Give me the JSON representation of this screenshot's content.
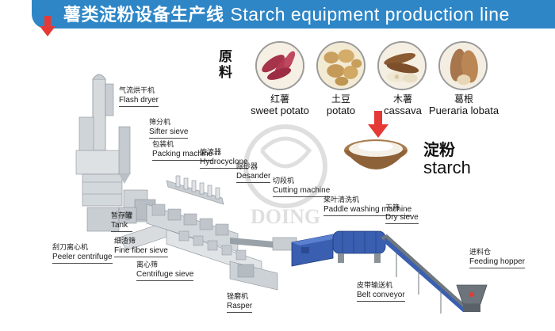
{
  "banner": {
    "title_zh": "薯类淀粉设备生产线",
    "title_en": "Starch equipment production line",
    "color": "#2e86c6"
  },
  "raw_materials": {
    "label": "原料",
    "items": [
      {
        "zh": "红薯",
        "en": "sweet potato"
      },
      {
        "zh": "土豆",
        "en": "potato"
      },
      {
        "zh": "木薯",
        "en": "cassava"
      },
      {
        "zh": "葛根",
        "en": "Pueraria lobata"
      }
    ]
  },
  "product": {
    "zh": "淀粉",
    "en": "starch"
  },
  "watermark": "DOING",
  "equipment": [
    {
      "zh": "气流烘干机",
      "en": "Flash dryer"
    },
    {
      "zh": "筛分机",
      "en": "Sifter sieve"
    },
    {
      "zh": "包装机",
      "en": "Packing machine"
    },
    {
      "zh": "旋流器",
      "en": "Hydrocyclone"
    },
    {
      "zh": "除砂器",
      "en": "Desander"
    },
    {
      "zh": "切段机",
      "en": "Cutting machine"
    },
    {
      "zh": "桨叶清洗机",
      "en": "Paddle washing machine"
    },
    {
      "zh": "干筛",
      "en": "Dry sieve"
    },
    {
      "zh": "暂存罐",
      "en": "Tank"
    },
    {
      "zh": "刮刀离心机",
      "en": "Peeler centrifuge"
    },
    {
      "zh": "细渣筛",
      "en": "Fine fiber sieve"
    },
    {
      "zh": "离心筛",
      "en": "Centrifuge sieve"
    },
    {
      "zh": "进料仓",
      "en": "Feeding hopper"
    },
    {
      "zh": "皮带输送机",
      "en": "Belt conveyor"
    },
    {
      "zh": "锉磨机",
      "en": "Rasper"
    }
  ],
  "colors": {
    "accent": "#2e86c6",
    "arrow": "#e53935",
    "machine": "#c9ced3",
    "steel": "#8a9299",
    "blue_machine": "#3a5fb0"
  }
}
